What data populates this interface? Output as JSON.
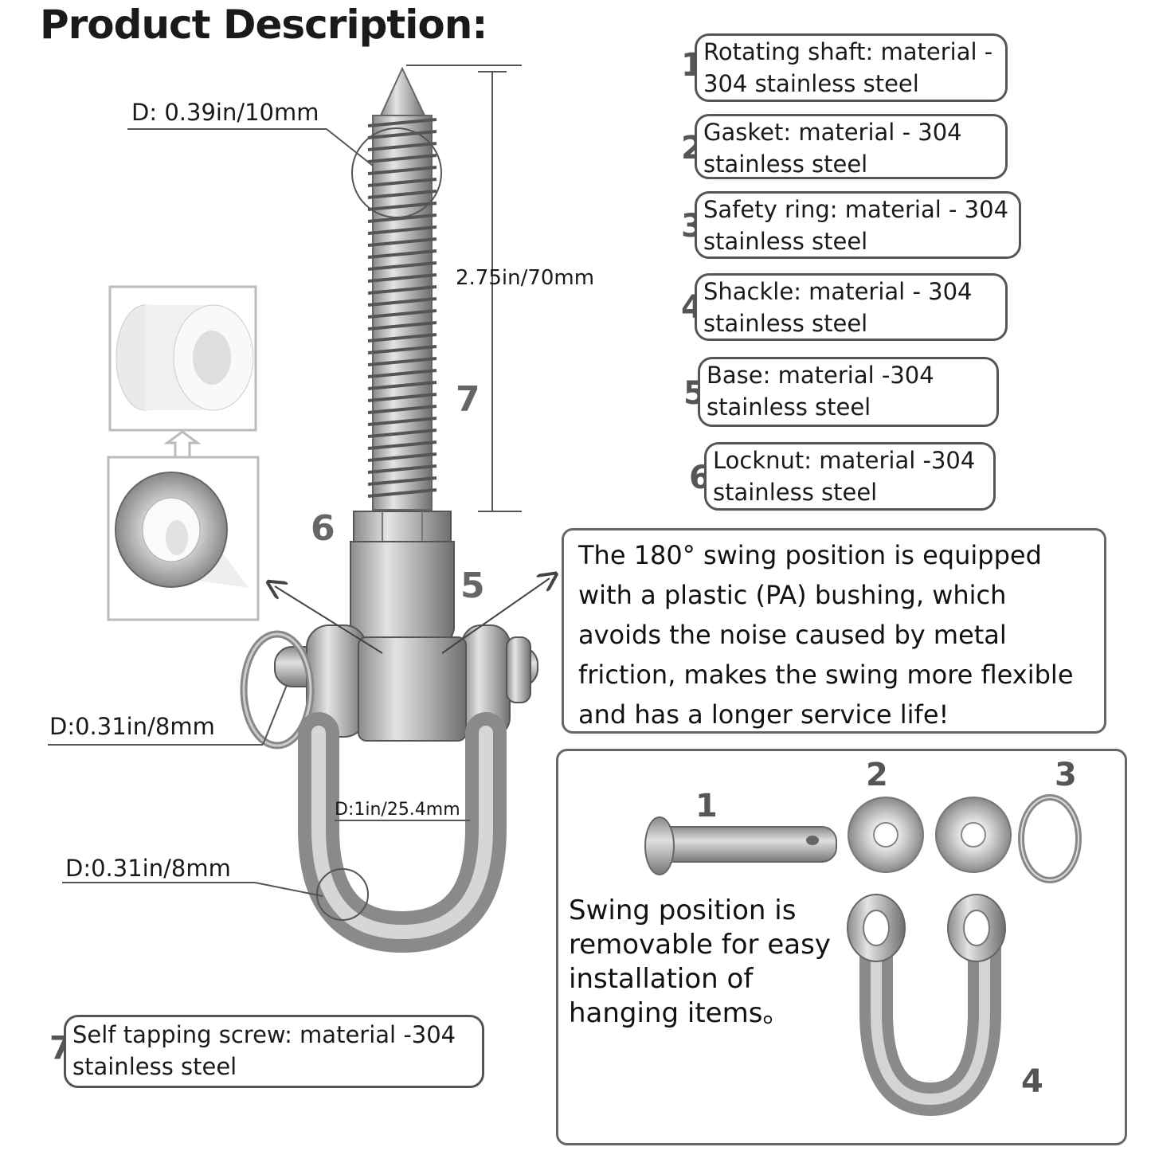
{
  "title": "Product Description:",
  "specs": [
    {
      "num": "1",
      "text": "Rotating shaft: material -\n304 stainless steel"
    },
    {
      "num": "2",
      "text": "Gasket: material - 304\nstainless steel"
    },
    {
      "num": "3",
      "text": "Safety ring: material - 304\nstainless steel"
    },
    {
      "num": "4",
      "text": "Shackle: material - 304\nstainless steel"
    },
    {
      "num": "5",
      "text": "Base: material -304\nstainless steel"
    },
    {
      "num": "6",
      "text": "Locknut: material -304\nstainless steel"
    }
  ],
  "screw_spec": {
    "num": "7",
    "text": "Self tapping screw: material -304\nstainless steel"
  },
  "dimensions": {
    "screw_diameter": "D: 0.39in/10mm",
    "screw_length": "2.75in/70mm",
    "pin_diameter": "D:0.31in/8mm",
    "shackle_inner": "D:1in/25.4mm",
    "shackle_diameter": "D:0.31in/8mm"
  },
  "callouts": {
    "screw": "7",
    "locknut": "6",
    "base": "5"
  },
  "info": "The 180° swing position is equipped with a plastic (PA) bushing, which avoids the noise caused by metal friction, makes the swing more flexible and has a longer service life!",
  "removable": "Swing position is removable for easy installation of hanging items。",
  "parts": {
    "pin": "1",
    "gasket": "2",
    "ring": "3",
    "shackle": "4"
  },
  "colors": {
    "steel": "#b8b8b8",
    "steel_dark": "#7a7a7a",
    "outline": "#555555",
    "bushing": "#eef0f2"
  }
}
